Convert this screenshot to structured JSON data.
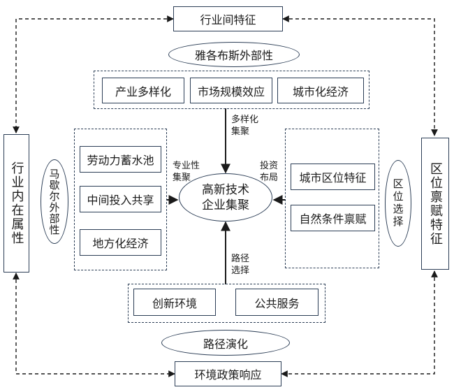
{
  "top_box": "行业间特征",
  "bottom_box": "环境政策响应",
  "left_box": "行业内在属性",
  "right_box": "区位禀赋特征",
  "top_ellipse": "雅各布斯外部性",
  "bottom_ellipse": "路径演化",
  "left_ellipse": "马歇尔外部性",
  "right_ellipse": "区位选择",
  "center_ellipse": "高新技术\n企业集聚",
  "top_group": [
    "产业多样化",
    "市场规模效应",
    "城市化经济"
  ],
  "left_group": [
    "劳动力蓄水池",
    "中间投入共享",
    "地方化经济"
  ],
  "right_group": [
    "城市区位特征",
    "自然条件禀赋"
  ],
  "bottom_group": [
    "创新环境",
    "公共服务"
  ],
  "arrow_labels": {
    "top": "多样化\n集聚",
    "left": "专业性\n集聚",
    "right": "投资\n布局",
    "bottom": "路径\n选择"
  },
  "colors": {
    "stroke": "#2b3d55",
    "text": "#1a1a1a"
  }
}
